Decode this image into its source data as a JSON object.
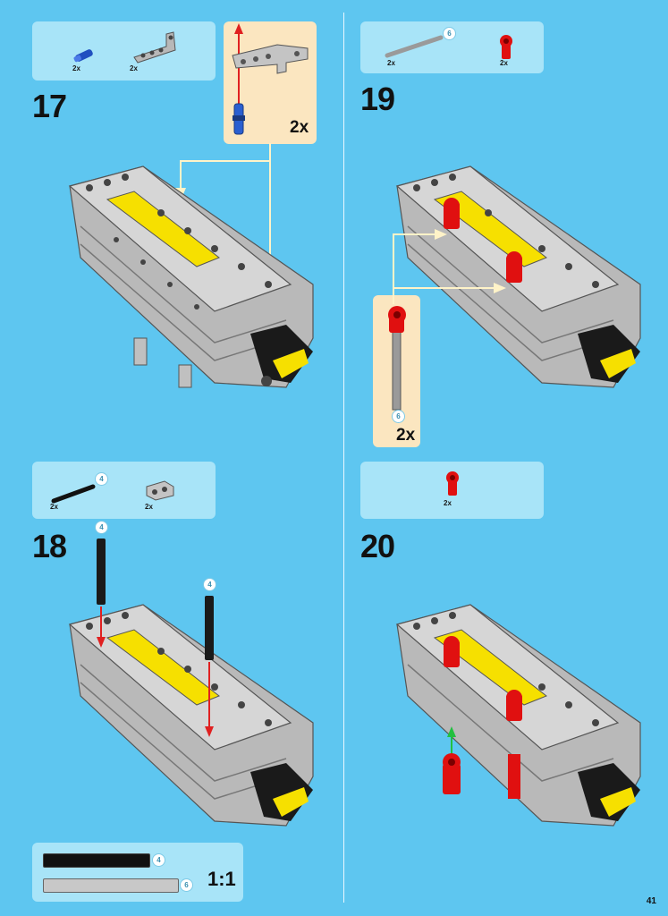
{
  "page_number": "41",
  "steps": [
    {
      "number": "17",
      "parts": [
        {
          "icon": "blue-pin-icon",
          "qty": "2x"
        },
        {
          "icon": "gray-liftarm-icon",
          "qty": "2x"
        }
      ],
      "callout_qty": "2x"
    },
    {
      "number": "18",
      "parts": [
        {
          "icon": "black-axle-icon",
          "qty": "2x",
          "length": "4"
        },
        {
          "icon": "gray-brick-icon",
          "qty": "2x"
        }
      ],
      "axle_length_labels": [
        "4",
        "4"
      ]
    },
    {
      "number": "19",
      "parts": [
        {
          "icon": "gray-axle-icon",
          "qty": "2x",
          "length": "6"
        },
        {
          "icon": "red-connector-icon",
          "qty": "2x"
        }
      ],
      "callout_qty": "2x",
      "callout_length": "6"
    },
    {
      "number": "20",
      "parts": [
        {
          "icon": "red-connector-icon",
          "qty": "2x"
        }
      ]
    }
  ],
  "scale_ruler": {
    "label": "1:1",
    "axles": [
      {
        "length": "4",
        "color": "#111111"
      },
      {
        "length": "6",
        "color": "#c8c8c8"
      }
    ]
  },
  "colors": {
    "background": "#5ec6f0",
    "parts_box": "#a8e4f8",
    "callout": "#fbe6c0",
    "arrow_red": "#e02020",
    "arrow_green": "#22c040",
    "arrow_cream": "#fff3c8"
  }
}
